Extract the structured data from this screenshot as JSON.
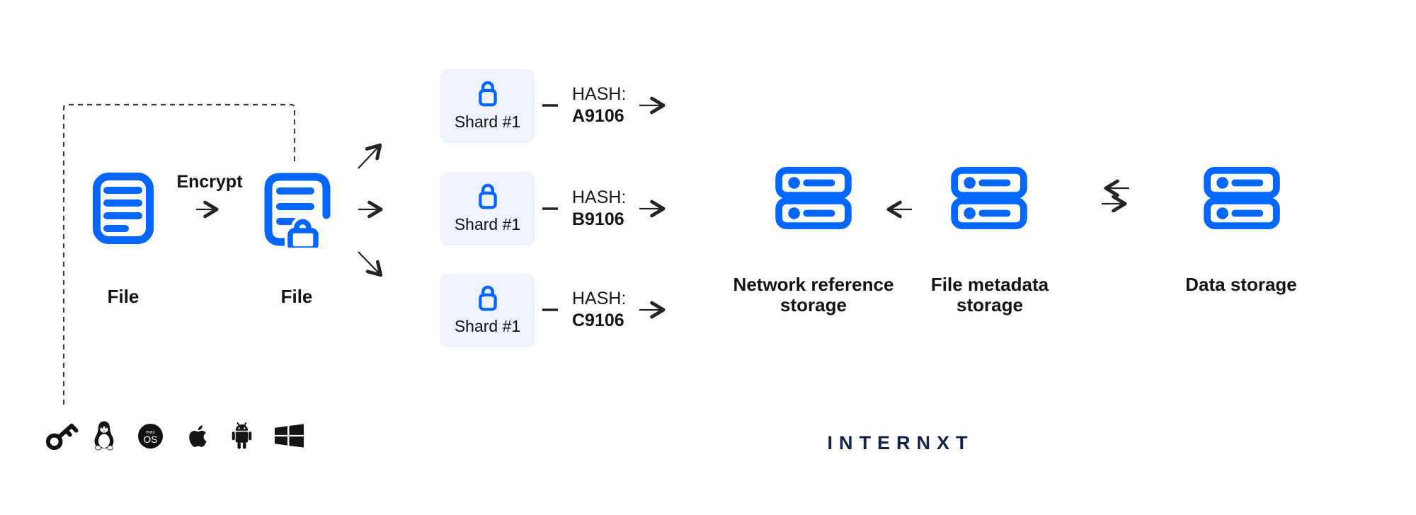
{
  "colors": {
    "accent_blue": "#0566fe",
    "shard_box_bg": "#edf3fd",
    "logo_navy": "#13234a",
    "arrow_dark": "#242424",
    "text_dark": "#141414"
  },
  "flow": {
    "source_file_label": "File",
    "encrypt_label": "Encrypt",
    "encrypted_file_label": "File"
  },
  "shards": [
    {
      "label": "Shard #1",
      "hash_label": "HASH:",
      "hash_value": "A9106"
    },
    {
      "label": "Shard #1",
      "hash_label": "HASH:",
      "hash_value": "B9106"
    },
    {
      "label": "Shard #1",
      "hash_label": "HASH:",
      "hash_value": "C9106"
    }
  ],
  "storage": {
    "network_reference": {
      "line1": "Network reference",
      "line2": "storage"
    },
    "file_metadata": {
      "line1": "File metadata",
      "line2": "storage"
    },
    "data": {
      "line1": "Data storage"
    }
  },
  "platforms": {
    "icons": [
      "key",
      "linux",
      "macos",
      "apple",
      "android",
      "windows"
    ],
    "macos_text_top": "mac",
    "macos_text_bottom": "OS"
  },
  "logo": {
    "text": "INTERNXT"
  }
}
